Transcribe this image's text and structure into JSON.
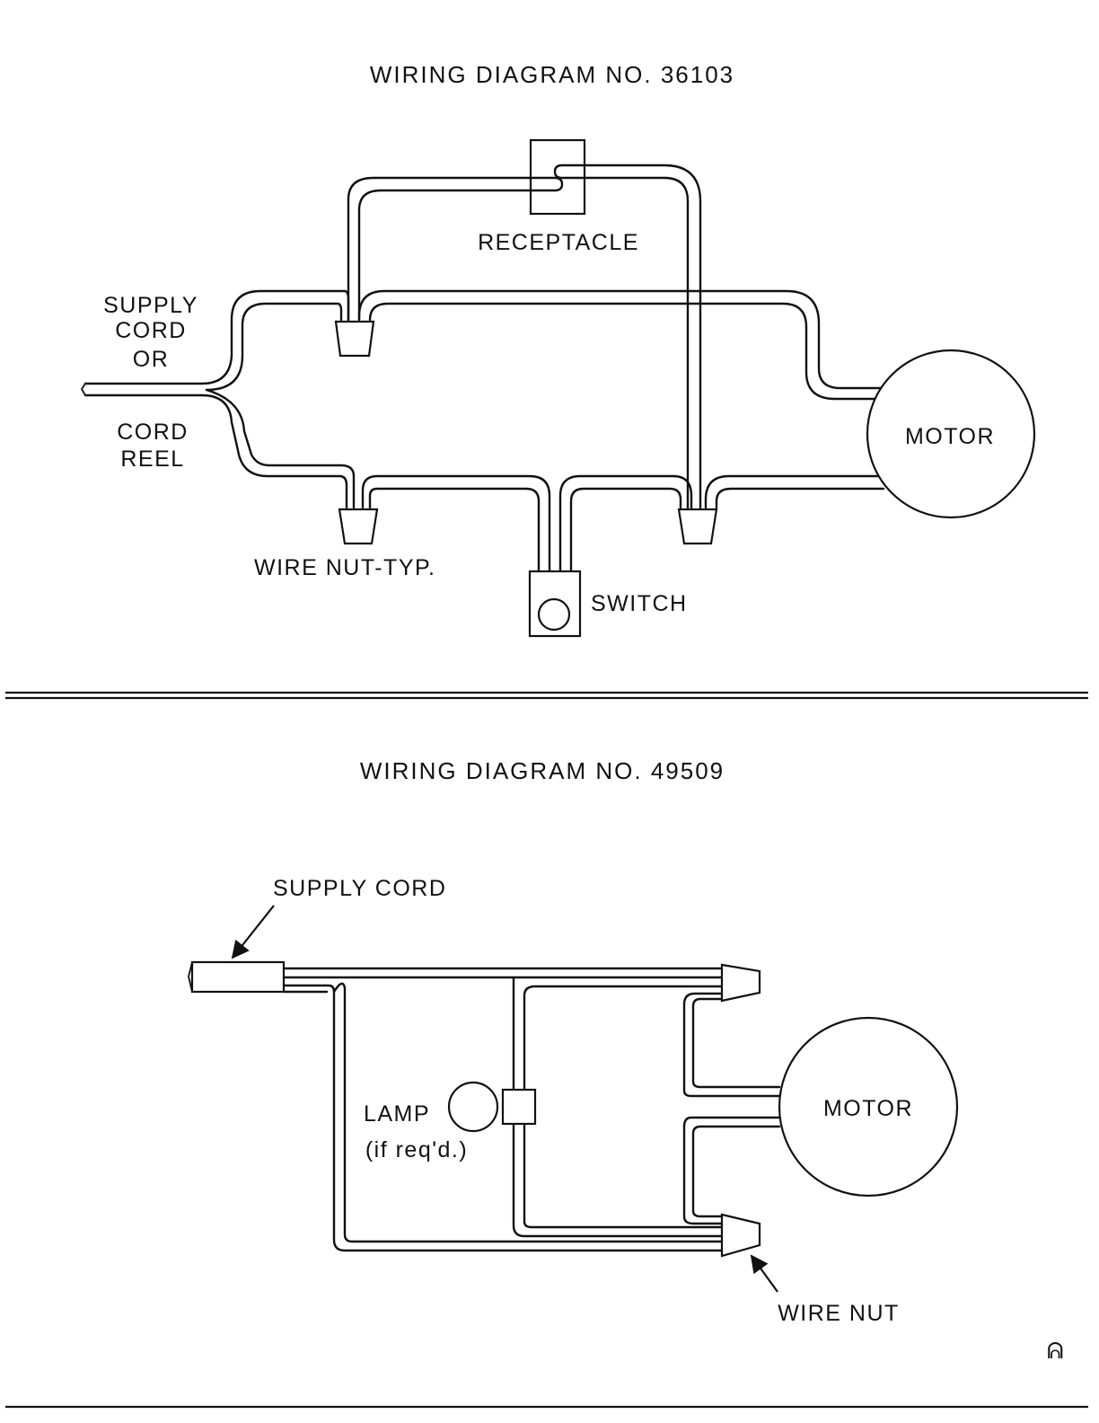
{
  "diagram1": {
    "title": "WIRING DIAGRAM NO. 36103",
    "receptacle_label": "RECEPTACLE",
    "supply_label_lines": [
      "SUPPLY",
      "CORD",
      "OR"
    ],
    "cord_reel_lines": [
      "CORD",
      "REEL"
    ],
    "wire_nut_label": "WIRE NUT-TYP.",
    "switch_label": "SWITCH",
    "motor_label": "MOTOR"
  },
  "diagram2": {
    "title": "WIRING DIAGRAM NO. 49509",
    "supply_cord_label": "SUPPLY CORD",
    "lamp_label": "LAMP",
    "lamp_note": "(if req'd.)",
    "motor_label": "MOTOR",
    "wire_nut_label": "WIRE NUT"
  },
  "page_mark": "ᕱ"
}
